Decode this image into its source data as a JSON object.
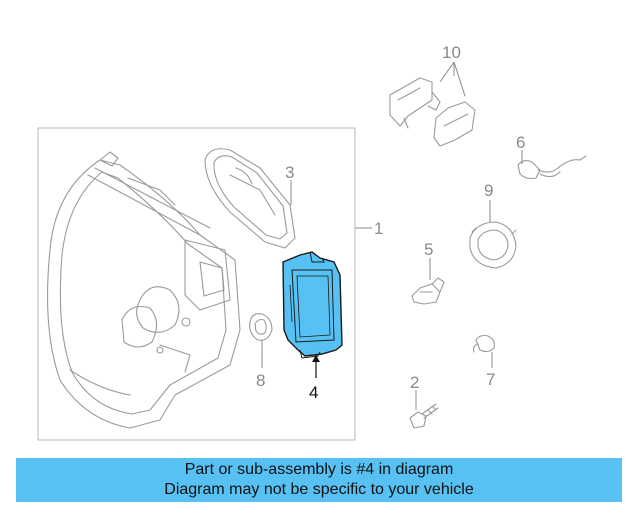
{
  "callouts": {
    "c1": "1",
    "c2": "2",
    "c3": "3",
    "c4": "4",
    "c5": "5",
    "c6": "6",
    "c7": "7",
    "c8": "8",
    "c9": "9",
    "c10": "10"
  },
  "banner": {
    "line1": "Part or sub-assembly is #4 in diagram",
    "line2": "Diagram may not be specific to your vehicle"
  },
  "colors": {
    "highlight_fill": "#56c1f2",
    "line_art": "#9a9a9a",
    "banner_bg": "#56c1f2"
  },
  "icons": [
    "headlamp-assembly-icon",
    "bulb-cover-icon",
    "ballast-icon",
    "bracket-icon",
    "bulb-icon",
    "socket-icon",
    "screw-icon"
  ]
}
